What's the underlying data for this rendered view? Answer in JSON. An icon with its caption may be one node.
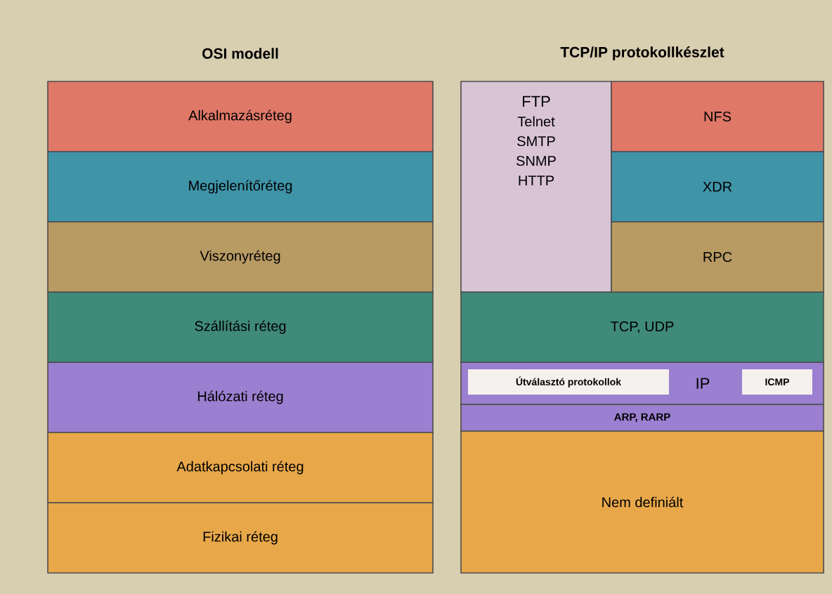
{
  "diagram": {
    "nodes": [
      {
        "text": [
          "Alkalmazásréteg"
        ]
      },
      {
        "text": [
          "Megjelenítőréteg"
        ]
      },
      {
        "text": [
          "Viszonyréteg"
        ]
      },
      {
        "text": [
          "Szállítási réteg"
        ]
      },
      {
        "text": [
          "Hálózati réteg"
        ]
      },
      {
        "text": [
          "Adatkapcsolati réteg"
        ]
      },
      {
        "text": [
          "Fizikai réteg"
        ]
      },
      {
        "text": [
          "FTP",
          "Telnet",
          "SMTP",
          "SNMP",
          "HTTP"
        ]
      },
      {
        "text": [
          "NFS"
        ]
      },
      {
        "text": [
          "XDR"
        ]
      },
      {
        "text": [
          "RPC"
        ]
      },
      {
        "text": [
          "TCP, UDP"
        ]
      },
      {
        "text": [
          "IP"
        ]
      },
      {
        "text": [
          "Útválasztó protokollok"
        ],
        "in": 12
      },
      {
        "text": [
          "ICMP"
        ],
        "in": 12
      },
      {
        "text": [
          "ARP, RARP"
        ]
      },
      {
        "text": [
          "Nem definiált"
        ]
      }
    ],
    "labels": [
      "OSI modell",
      "TCP/IP protokollkészlet"
    ]
  }
}
